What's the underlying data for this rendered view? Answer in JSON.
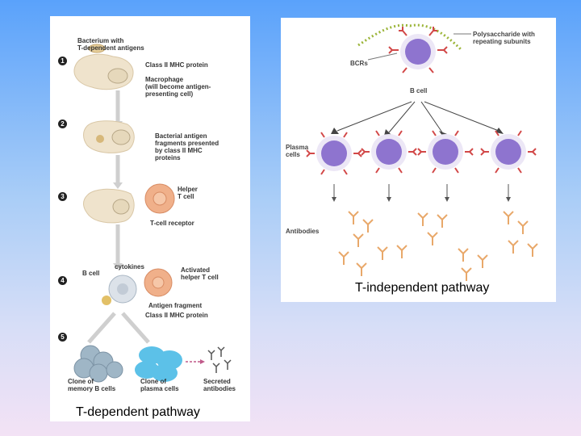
{
  "left": {
    "title": "T-dependent pathway",
    "steps": [
      "1",
      "2",
      "3",
      "4",
      "5"
    ],
    "labels": {
      "bacterium": "Bacterium with\nT-dependent antigens",
      "class2_1": "Class II MHC protein",
      "macrophage": "Macrophage\n(will become antigen-\npresenting cell)",
      "fragments": "Bacterial antigen\nfragments presented\nby class II MHC\nproteins",
      "helper": "Helper\nT cell",
      "tcr": "T-cell receptor",
      "bcell": "B cell",
      "cytokines": "cytokines",
      "activated": "Activated\nhelper T cell",
      "antigen_frag": "Antigen fragment",
      "class2_2": "Class II MHC protein",
      "memory": "Clone of\nmemory B cells",
      "plasma": "Clone of\nplasma cells",
      "secreted": "Secreted\nantibodies"
    }
  },
  "right": {
    "title": "T-independent pathway",
    "labels": {
      "polysaccharide": "Polysaccharide with\nrepeating subunits",
      "bcrs": "BCRs",
      "bcell": "B cell",
      "plasma_cells": "Plasma\ncells",
      "antibodies": "Antibodies"
    }
  },
  "colors": {
    "b_cell": "#8e74cf",
    "t_cell": "#f0b08a",
    "macrophage": "#efe3cc",
    "receptor": "#d24848",
    "antibody": "#e8a86a",
    "plasma_clone": "#5cc1e8",
    "memory_clone": "#9fb6c6",
    "polysaccharide": "#9cb53a"
  }
}
